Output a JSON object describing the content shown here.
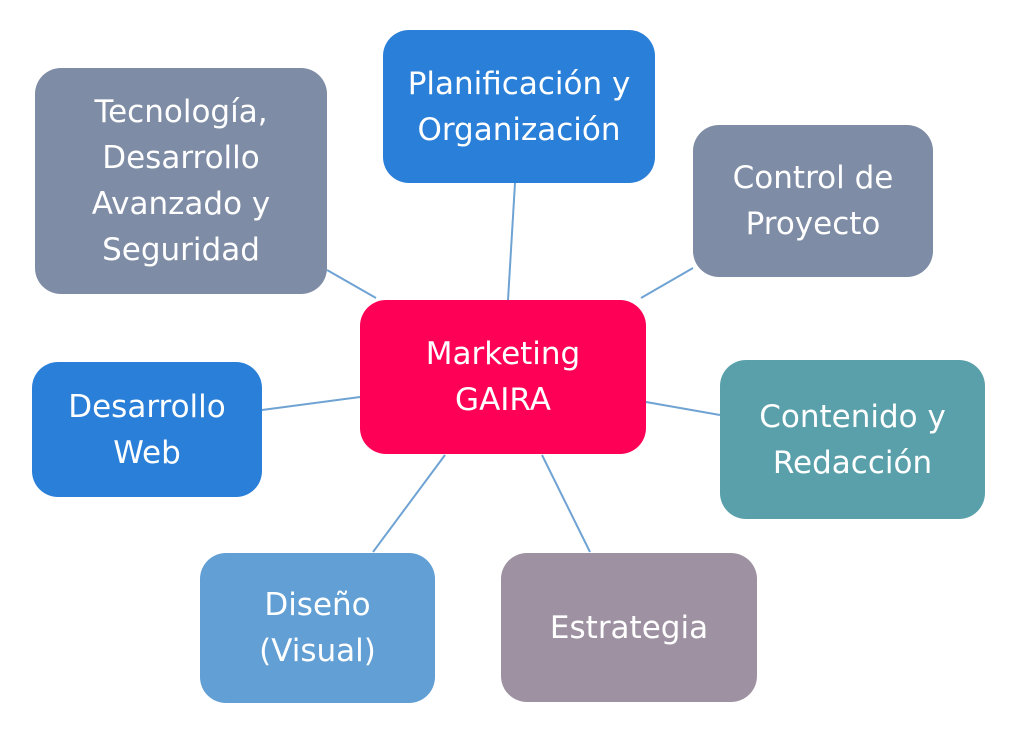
{
  "diagram": {
    "type": "mind-map",
    "colors": {
      "center": "#fe0157",
      "blue": "#2a7fd8",
      "light_blue": "#629fd4",
      "slate": "#7e8ca5",
      "teal": "#5aa0ab",
      "mauve": "#9e92a2",
      "link": "#6fa3d3"
    },
    "center": {
      "lines": [
        "Marketing",
        "GAIRA"
      ]
    },
    "nodes": [
      {
        "id": "tecnologia",
        "lines": [
          "Tecnología,",
          "Desarrollo",
          "Avanzado y",
          "Seguridad"
        ]
      },
      {
        "id": "planificacion",
        "lines": [
          "Planificación y",
          "Organización"
        ]
      },
      {
        "id": "control",
        "lines": [
          "Control de",
          "Proyecto"
        ]
      },
      {
        "id": "desarrollo-web",
        "lines": [
          "Desarrollo",
          "Web"
        ]
      },
      {
        "id": "contenido",
        "lines": [
          "Contenido y",
          "Redacción"
        ]
      },
      {
        "id": "diseno",
        "lines": [
          "Diseño",
          "(Visual)"
        ]
      },
      {
        "id": "estrategia",
        "lines": [
          "Estrategia"
        ]
      }
    ]
  }
}
